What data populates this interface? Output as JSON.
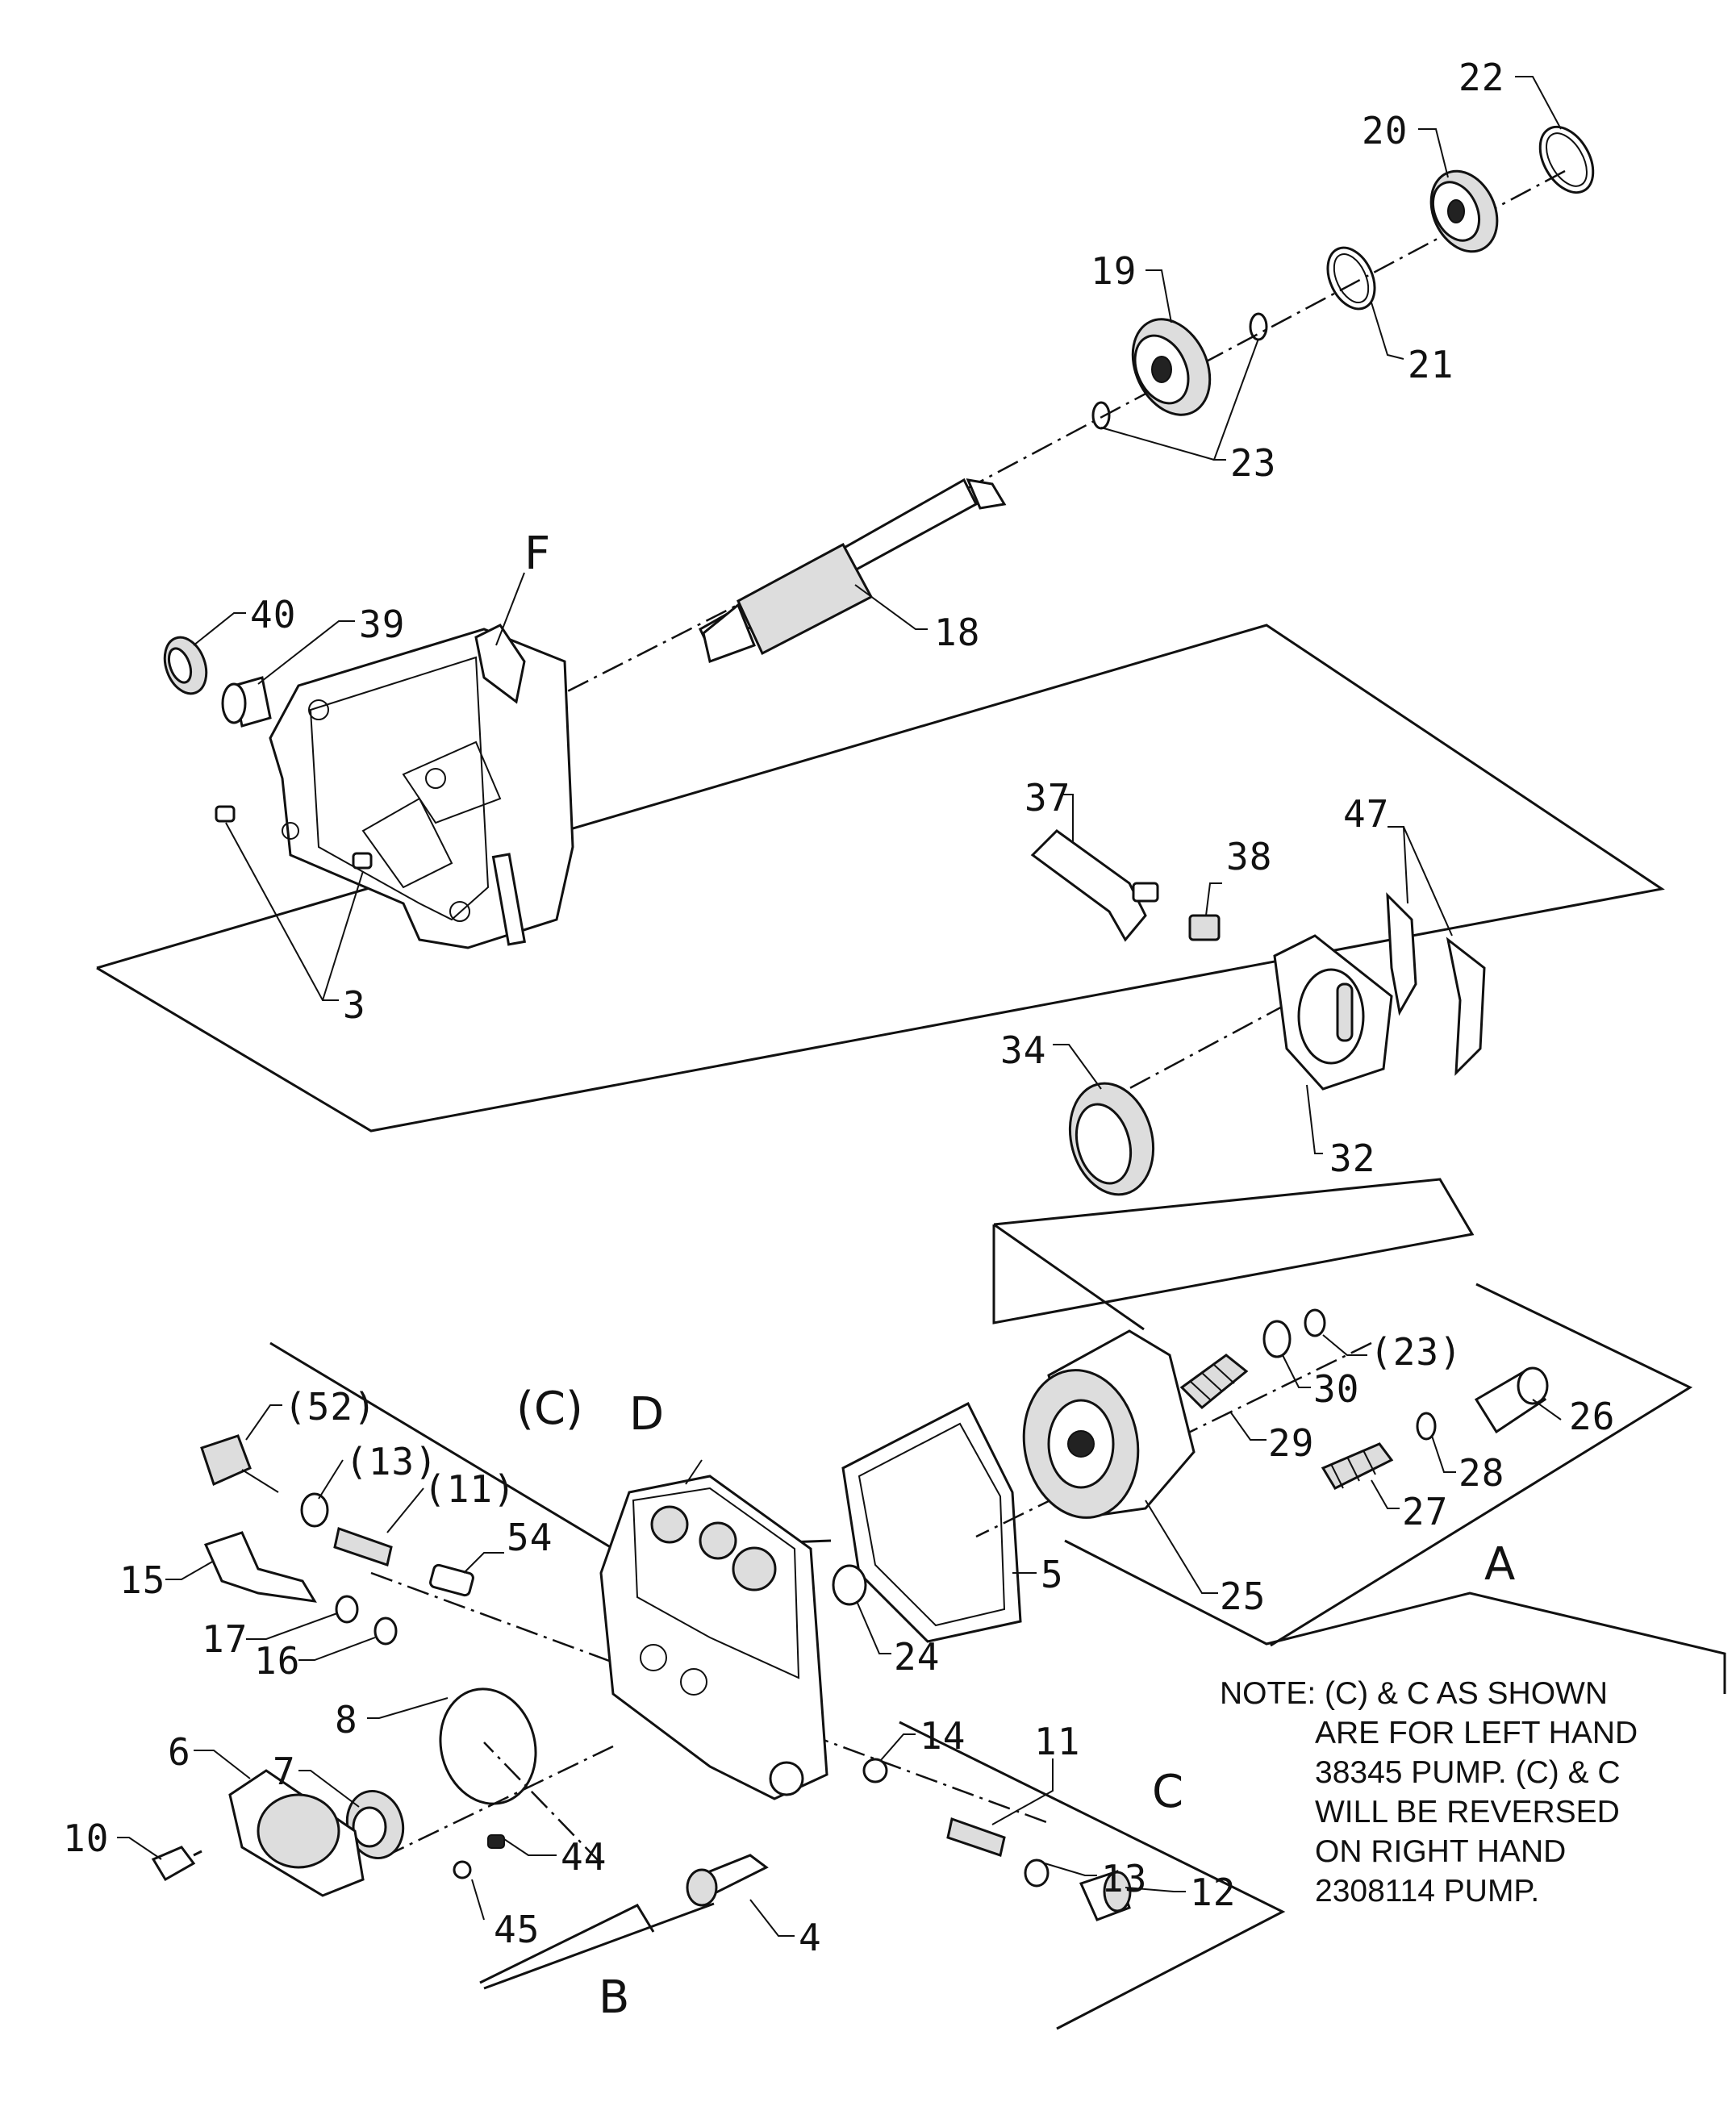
{
  "diagram": {
    "callouts": {
      "n22": "22",
      "n20": "20",
      "n19": "19",
      "n21": "21",
      "n23": "23",
      "n18": "18",
      "n40": "40",
      "n39": "39",
      "n3": "3",
      "n37": "37",
      "n38": "38",
      "n47": "47",
      "n34": "34",
      "n32": "32",
      "n23p": "(23)",
      "n30": "30",
      "n29": "29",
      "n26": "26",
      "n28": "28",
      "n27": "27",
      "n25": "25",
      "n5": "5",
      "n24": "24",
      "n52p": "(52)",
      "n13p": "(13)",
      "n11p": "(11)",
      "n54": "54",
      "n15": "15",
      "n17": "17",
      "n16": "16",
      "n8": "8",
      "n7": "7",
      "n6": "6",
      "n10": "10",
      "n14": "14",
      "n11": "11",
      "n13": "13",
      "n12": "12",
      "n44": "44",
      "n45": "45",
      "n4": "4"
    },
    "group_letters": {
      "F": "F",
      "D": "D",
      "A": "A",
      "B": "B",
      "C": "C",
      "C_paren": "(C)"
    },
    "note": {
      "line1": "NOTE: (C) & C AS SHOWN",
      "line2": "ARE FOR LEFT HAND",
      "line3": "38345 PUMP. (C) & C",
      "line4": "WILL BE REVERSED",
      "line5": "ON RIGHT HAND",
      "line6": "2308114  PUMP."
    }
  }
}
